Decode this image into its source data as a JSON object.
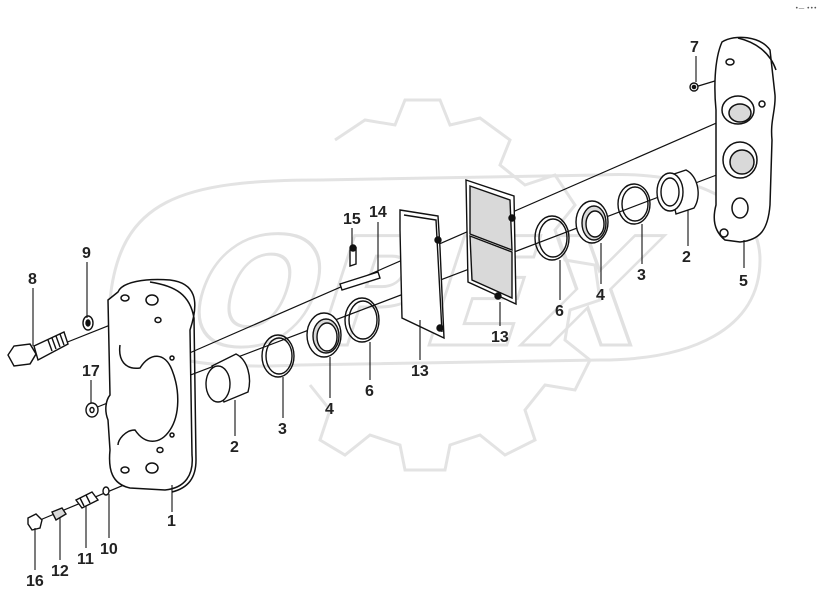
{
  "diagram": {
    "watermark": {
      "text": "OPEX",
      "color": "#e6e6e6"
    },
    "line_color": "#111111",
    "fill_color": "#ffffff",
    "part_fill_gray": "#d9d9d9",
    "corner_mark": "•— •••"
  },
  "callouts": {
    "c1": "1",
    "c2a": "2",
    "c2b": "2",
    "c3a": "3",
    "c3b": "3",
    "c4a": "4",
    "c4b": "4",
    "c5": "5",
    "c6a": "6",
    "c6b": "6",
    "c7": "7",
    "c8": "8",
    "c9": "9",
    "c10": "10",
    "c11": "11",
    "c12": "12",
    "c13a": "13",
    "c13b": "13",
    "c14": "14",
    "c15": "15",
    "c16": "16",
    "c17": "17"
  }
}
